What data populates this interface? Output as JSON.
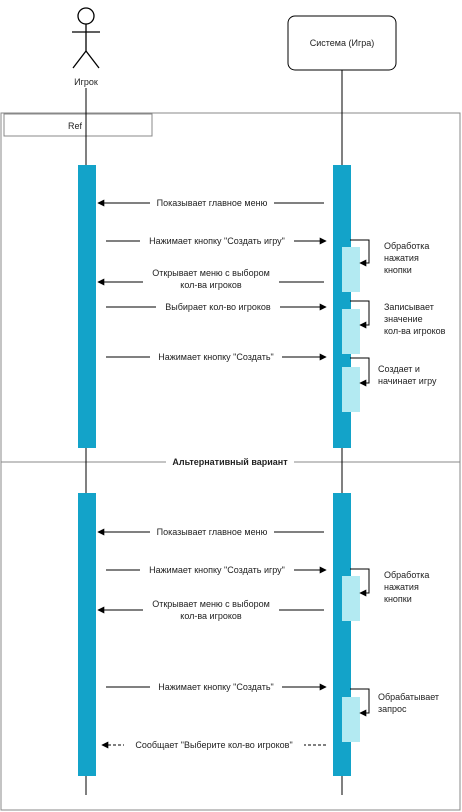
{
  "actors": {
    "player": {
      "label": "Игрок"
    },
    "system": {
      "label": "Система (Игра)"
    }
  },
  "fragment": {
    "tag": "Ref",
    "alt_label": "Альтернативный вариант"
  },
  "messages": {
    "m1": "Показывает главное меню",
    "m2": "Нажимает кнопку \"Создать игру\"",
    "m3a": "Открывает меню с выбором",
    "m3b": "кол-ва игроков",
    "m4": "Выбирает кол-во игроков",
    "m5": "Нажимает кнопку \"Создать\"",
    "m6": "Показывает главное меню",
    "m7": "Нажимает кнопку \"Создать игру\"",
    "m8a": "Открывает меню с выбором",
    "m8b": "кол-ва игроков",
    "m9": "Нажимает кнопку \"Создать\"",
    "m10": "Сообщает \"Выберите кол-во игроков\""
  },
  "notes": {
    "n1": [
      "Обработка",
      "нажатия",
      "кнопки"
    ],
    "n2": [
      "Записывает",
      "значение",
      "кол-ва игроков"
    ],
    "n3": [
      "Создает и",
      "начинает игру"
    ],
    "n4": [
      "Обработка",
      "нажатия",
      "кнопки"
    ],
    "n5": [
      "Обрабатывает",
      "запрос"
    ]
  },
  "colors": {
    "lifeline_bar": "#13a3c9",
    "activation": "#b3eaf2",
    "line": "#000000",
    "frame": "#888888"
  }
}
